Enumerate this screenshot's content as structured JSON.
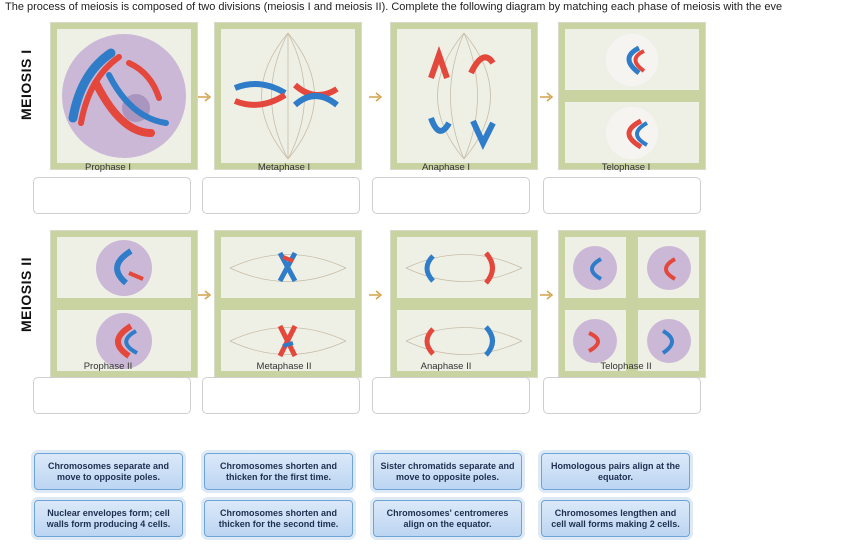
{
  "question": "The process of meiosis is composed of two divisions (meiosis I and meiosis II). Complete the following diagram by matching each phase of meiosis with the eve",
  "sections": {
    "meiosis1": "MEIOSIS I",
    "meiosis2": "MEIOSIS II"
  },
  "phases_row1": [
    "Prophase I",
    "Metaphase I",
    "Anaphase I",
    "Telophase I"
  ],
  "phases_row2": [
    "Prophase II",
    "Metaphase II",
    "Anaphase II",
    "Telophase II"
  ],
  "answer_options": [
    "Chromosomes separate and move to opposite poles.",
    "Chromosomes shorten and thicken for the first time.",
    "Sister chromatids separate and move to opposite poles.",
    "Homologous pairs align at the equator.",
    "Nuclear envelopes form; cell walls form producing 4 cells.",
    "Chromosomes shorten and thicken for the second time.",
    "Chromosomes' centromeres align on the equator.",
    "Chromosomes lengthen and cell wall forms making 2 cells."
  ],
  "colors": {
    "cell_wall": "#c9d3a2",
    "cytoplasm": "#f3f2ee",
    "nucleus": "#cbb8d6",
    "chrom_red": "#e4473c",
    "chrom_blue": "#2f7cc9",
    "chip_border": "#6fa4d8",
    "arrow": "#d4a24c"
  }
}
